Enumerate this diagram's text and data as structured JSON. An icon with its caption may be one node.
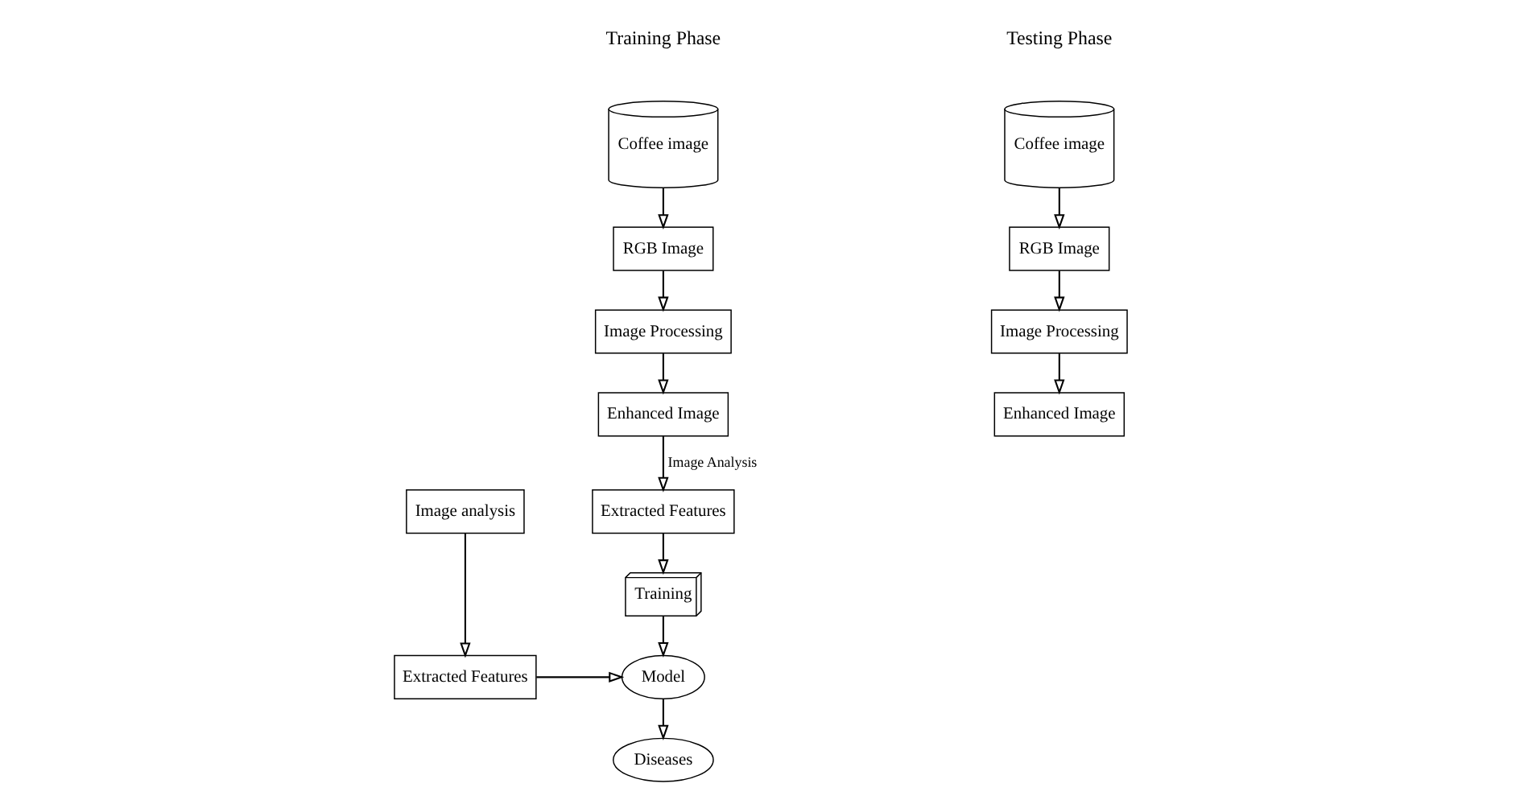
{
  "diagram": {
    "nodes": [
      {
        "text": [
          "Coffee image"
        ]
      },
      {
        "text": [
          "RGB Image"
        ]
      },
      {
        "text": [
          "Image Processing"
        ]
      },
      {
        "text": [
          "Enhanced Image"
        ]
      },
      {
        "text": [
          "Extracted Features"
        ]
      },
      {
        "text": [
          "Training"
        ]
      },
      {
        "text": [
          "Model"
        ]
      },
      {
        "text": [
          "Diseases"
        ]
      },
      {
        "text": [
          "Coffee image"
        ]
      },
      {
        "text": [
          "RGB Image"
        ]
      },
      {
        "text": [
          "Image Processing"
        ]
      },
      {
        "text": [
          "Enhanced Image"
        ]
      },
      {
        "text": [
          "Image analysis"
        ]
      },
      {
        "text": [
          "Extracted Features"
        ]
      }
    ],
    "edges": [
      {
        "from": 0,
        "to": 1,
        "arrow": "to"
      },
      {
        "from": 1,
        "to": 2,
        "arrow": "to"
      },
      {
        "from": 2,
        "to": 3,
        "arrow": "to"
      },
      {
        "from": 3,
        "to": 4,
        "arrow": "to",
        "label": "Image Analysis"
      },
      {
        "from": 4,
        "to": 5,
        "arrow": "to"
      },
      {
        "from": 5,
        "to": 6,
        "arrow": "to"
      },
      {
        "from": 6,
        "to": 7,
        "arrow": "to"
      },
      {
        "from": 13,
        "to": 6,
        "arrow": "to"
      },
      {
        "from": 8,
        "to": 9,
        "arrow": "to"
      },
      {
        "from": 9,
        "to": 10,
        "arrow": "to"
      },
      {
        "from": 10,
        "to": 11,
        "arrow": "to"
      },
      {
        "from": 12,
        "to": 13,
        "arrow": "to"
      }
    ],
    "labels": [
      "Training Phase",
      "Testing Phase"
    ]
  }
}
